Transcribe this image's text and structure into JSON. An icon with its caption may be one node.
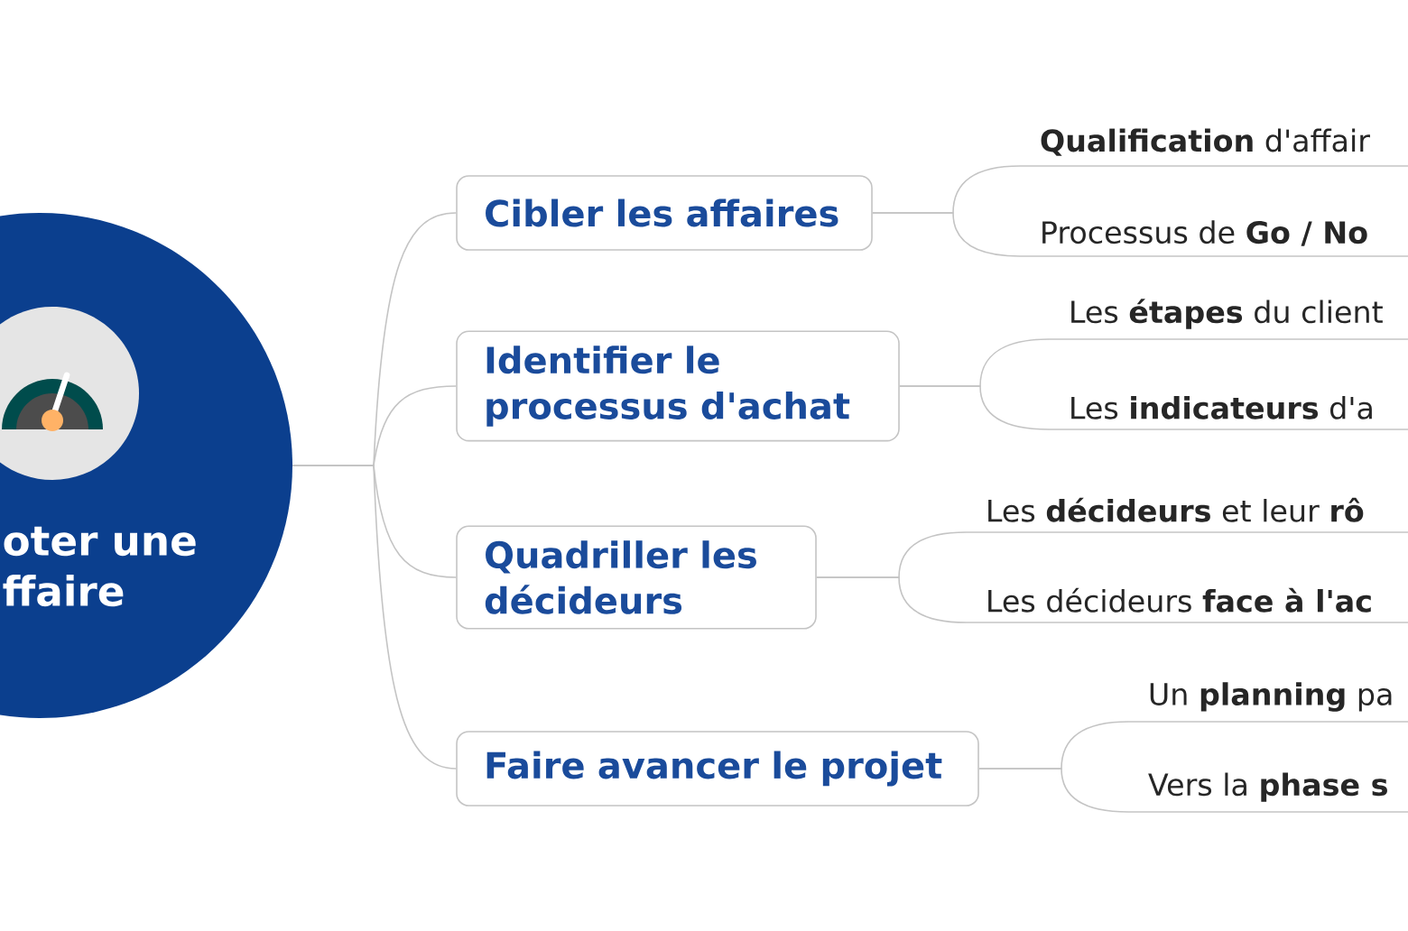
{
  "diagram": {
    "nodes": [
      {
        "text": [
          "oter une ffaire"
        ]
      },
      {
        "text": [
          "Cibler les affaires"
        ]
      },
      {
        "text": [
          "Identifier le processus d'achat"
        ]
      },
      {
        "text": [
          "Quadriller les décideurs"
        ]
      },
      {
        "text": [
          "Faire avancer le projet"
        ]
      },
      {
        "text": [
          "**Qualification** d'affair"
        ]
      },
      {
        "text": [
          "Processus de **Go / No**"
        ]
      },
      {
        "text": [
          "Les **étapes** du client"
        ]
      },
      {
        "text": [
          "Les **indicateurs** d'a"
        ]
      },
      {
        "text": [
          "Les **décideurs** et leur **rô**"
        ]
      },
      {
        "text": [
          "Les décideurs **face à l'ac**"
        ]
      },
      {
        "text": [
          "Un **planning** pa"
        ]
      },
      {
        "text": [
          "Vers la **phase s**"
        ]
      }
    ],
    "edges": [
      {
        "from": 0,
        "to": 1,
        "arrow": "none"
      },
      {
        "from": 0,
        "to": 2,
        "arrow": "none"
      },
      {
        "from": 0,
        "to": 3,
        "arrow": "none"
      },
      {
        "from": 0,
        "to": 4,
        "arrow": "none"
      },
      {
        "from": 1,
        "to": 5,
        "arrow": "none"
      },
      {
        "from": 1,
        "to": 6,
        "arrow": "none"
      },
      {
        "from": 2,
        "to": 7,
        "arrow": "none"
      },
      {
        "from": 2,
        "to": 8,
        "arrow": "none"
      },
      {
        "from": 3,
        "to": 9,
        "arrow": "none"
      },
      {
        "from": 3,
        "to": 10,
        "arrow": "none"
      },
      {
        "from": 4,
        "to": 11,
        "arrow": "none"
      },
      {
        "from": 4,
        "to": 12,
        "arrow": "none"
      }
    ]
  }
}
